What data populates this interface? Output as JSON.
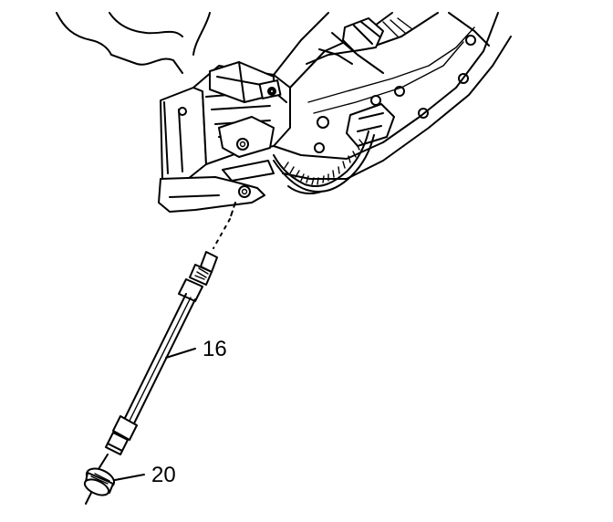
{
  "diagram": {
    "callouts": [
      {
        "id": "callout-16",
        "label": "16"
      },
      {
        "id": "callout-20",
        "label": "20"
      }
    ],
    "colors": {
      "line": "#000000",
      "background": "#ffffff"
    }
  }
}
